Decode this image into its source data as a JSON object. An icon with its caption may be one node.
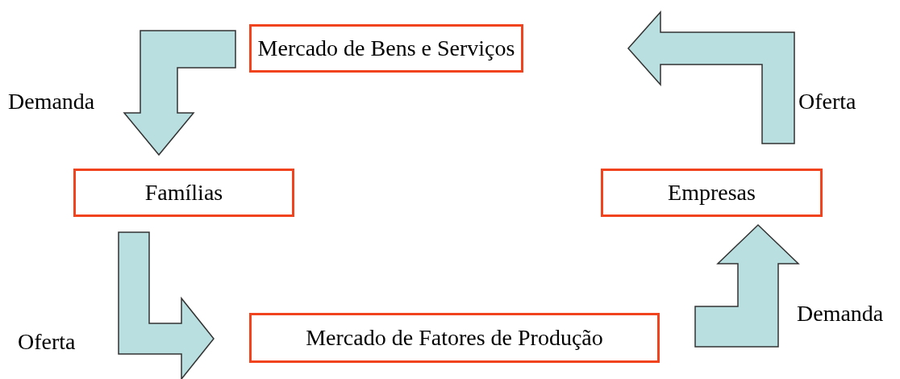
{
  "diagram": {
    "nodes": [
      {
        "text": [
          "Mercado de Bens e Serviços"
        ]
      },
      {
        "text": [
          "Famílias"
        ]
      },
      {
        "text": [
          "Empresas"
        ]
      },
      {
        "text": [
          "Mercado de Fatores de Produção"
        ]
      }
    ],
    "edges": [
      {
        "from": 0,
        "to": 1,
        "arrow": "to",
        "label": "Demanda"
      },
      {
        "from": 1,
        "to": 3,
        "arrow": "to",
        "label": "Oferta"
      },
      {
        "from": 3,
        "to": 2,
        "arrow": "to",
        "label": "Demanda"
      },
      {
        "from": 2,
        "to": 0,
        "arrow": "to",
        "label": "Oferta"
      }
    ]
  }
}
